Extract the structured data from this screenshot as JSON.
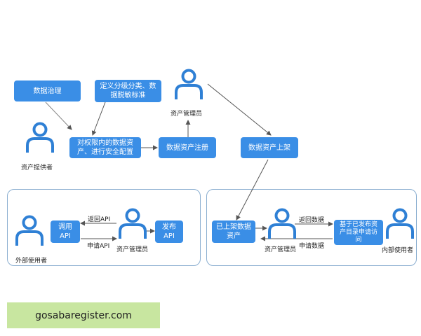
{
  "nodes": {
    "data_governance": "数据治理",
    "classification_standard": "定义分级分类、数据脱敏标准",
    "security_config": "对权限内的数据资产、进行安全配置",
    "asset_registration": "数据资产注册",
    "asset_listing": "数据资产上架",
    "listed_assets": "已上架数据资产",
    "published_access": "基于已发布资产目录申请访问",
    "call_api": "调用API",
    "publish_api": "发布API"
  },
  "actors": {
    "asset_provider": "资产提供者",
    "asset_manager_top": "资产管理员",
    "asset_manager_left": "资产管理员",
    "asset_manager_right": "资产管理员",
    "external_user": "外部使用者",
    "internal_user": "内部使用者"
  },
  "edge_labels": {
    "return_api": "返回API",
    "apply_api": "申请API",
    "return_data": "返回数据",
    "apply_data": "申请数据"
  },
  "watermark": "gosabaregister.com",
  "colors": {
    "node": "#3a8ee6",
    "person": "#2f80d5",
    "panel_border": "#8aaed0"
  }
}
